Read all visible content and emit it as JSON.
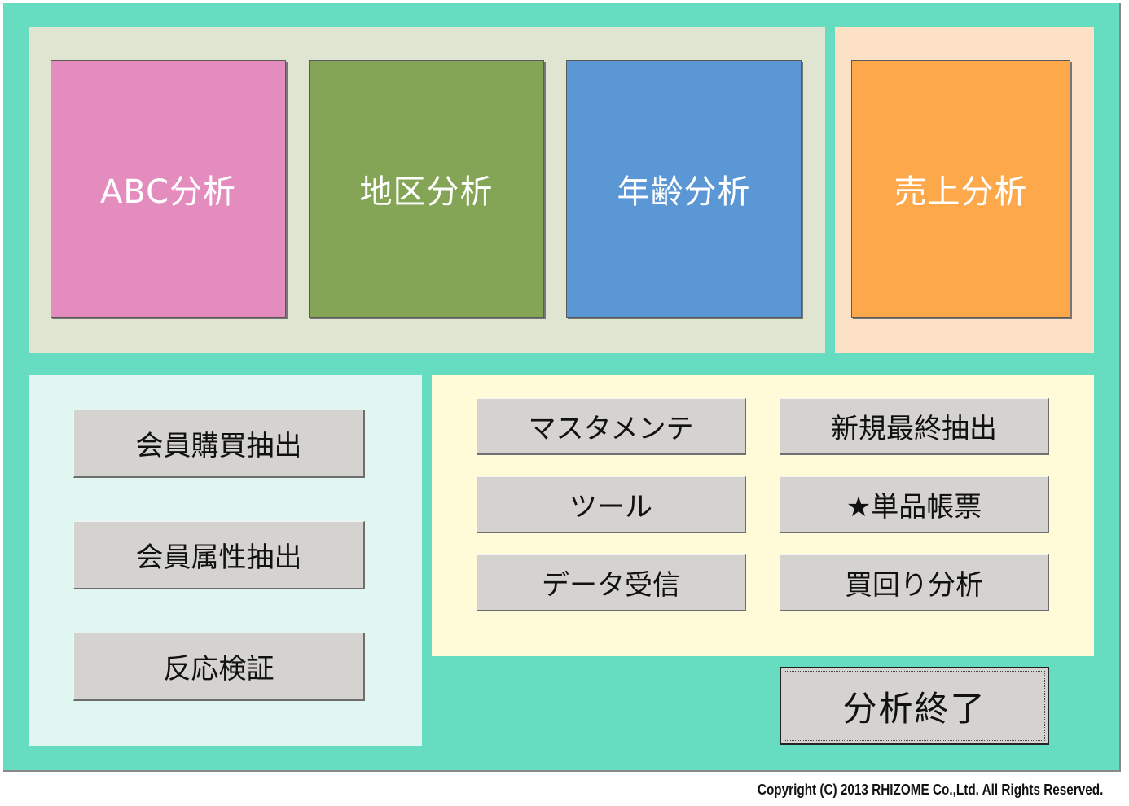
{
  "top_tiles": {
    "abc": "ABC分析",
    "area": "地区分析",
    "age": "年齢分析",
    "sales": "売上分析"
  },
  "left_buttons": [
    "会員購買抽出",
    "会員属性抽出",
    "反応検証"
  ],
  "right_buttons": {
    "master_maintenance": "マスタメンテ",
    "new_last_extract": "新規最終抽出",
    "tools": "ツール",
    "single_item_report": "★単品帳票",
    "data_receive": "データ受信",
    "purchase_cycle_analysis": "買回り分析"
  },
  "exit_button": "分析終了",
  "copyright": "Copyright (C) 2013 RHIZOME Co.,Ltd. All Rights Reserved.",
  "colors": {
    "background": "#66dcc0",
    "abc_tile": "#e38cbd",
    "area_tile": "#84a555",
    "age_tile": "#5b97d4",
    "sales_tile": "#fea84c",
    "button_face": "#d5d3cf"
  }
}
